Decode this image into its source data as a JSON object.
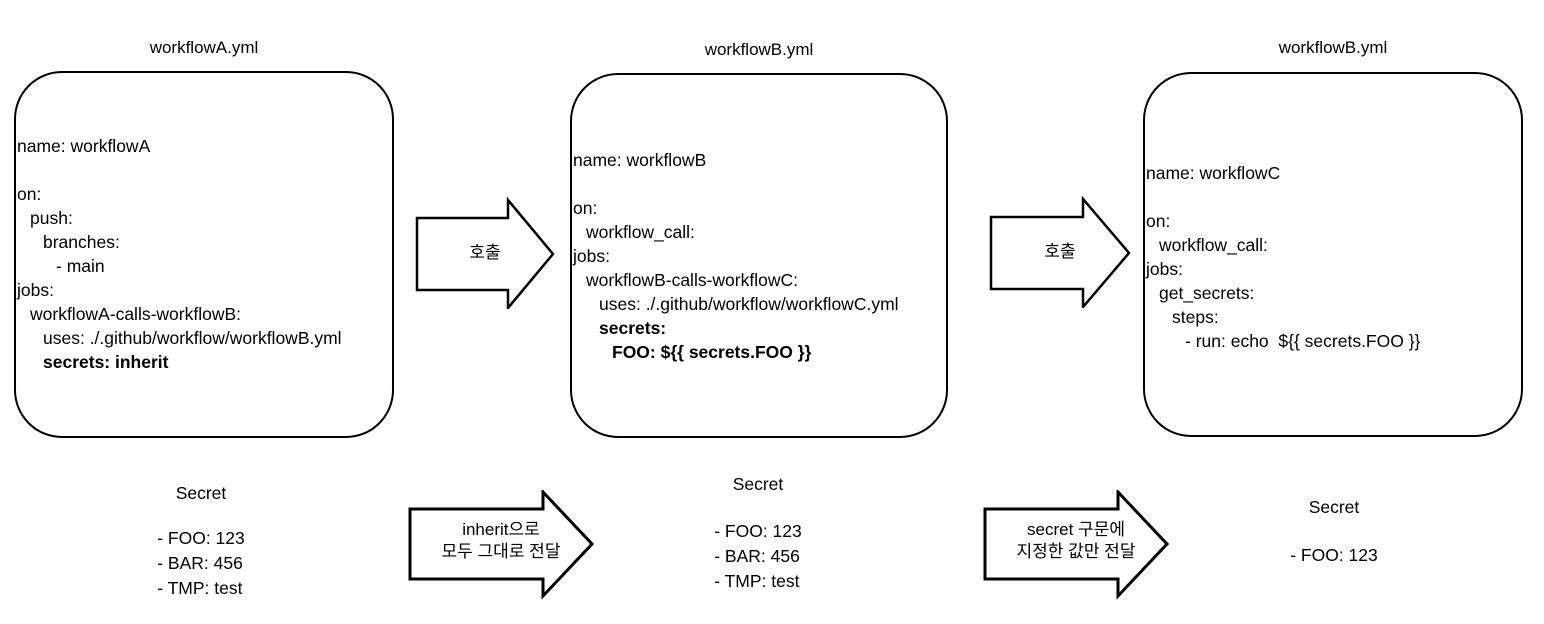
{
  "panels": [
    {
      "title": "workflowA.yml",
      "code": [
        {
          "indent": 0,
          "text": "name: workflowA",
          "bold": false
        },
        {
          "indent": 0,
          "text": "",
          "bold": false
        },
        {
          "indent": 0,
          "text": "on:",
          "bold": false
        },
        {
          "indent": 1,
          "text": "push:",
          "bold": false
        },
        {
          "indent": 2,
          "text": "branches:",
          "bold": false
        },
        {
          "indent": 3,
          "text": "- main",
          "bold": false
        },
        {
          "indent": 0,
          "text": "jobs:",
          "bold": false
        },
        {
          "indent": 1,
          "text": "workflowA-calls-workflowB:",
          "bold": false
        },
        {
          "indent": 2,
          "text": "uses: ./.github/workflow/workflowB.yml",
          "bold": false
        },
        {
          "indent": 2,
          "text": "secrets: inherit",
          "bold": true
        }
      ],
      "secret": {
        "title": "Secret",
        "items": [
          "- FOO: 123",
          "- BAR: 456",
          "- TMP: test"
        ]
      }
    },
    {
      "title": "workflowB.yml",
      "code": [
        {
          "indent": 0,
          "text": "name: workflowB",
          "bold": false
        },
        {
          "indent": 0,
          "text": "",
          "bold": false
        },
        {
          "indent": 0,
          "text": "on:",
          "bold": false
        },
        {
          "indent": 1,
          "text": "workflow_call:",
          "bold": false
        },
        {
          "indent": 0,
          "text": "jobs:",
          "bold": false
        },
        {
          "indent": 1,
          "text": "workflowB-calls-workflowC:",
          "bold": false
        },
        {
          "indent": 2,
          "text": "uses: ./.github/workflow/workflowC.yml",
          "bold": false
        },
        {
          "indent": 2,
          "text": "secrets:",
          "bold": true
        },
        {
          "indent": 3,
          "text": "FOO: ${{ secrets.FOO }}",
          "bold": true
        }
      ],
      "secret": {
        "title": "Secret",
        "items": [
          "- FOO: 123",
          "- BAR: 456",
          "- TMP: test"
        ]
      }
    },
    {
      "title": "workflowB.yml",
      "code": [
        {
          "indent": 0,
          "text": "name: workflowC",
          "bold": false
        },
        {
          "indent": 0,
          "text": "",
          "bold": false
        },
        {
          "indent": 0,
          "text": "on:",
          "bold": false
        },
        {
          "indent": 1,
          "text": "workflow_call:",
          "bold": false
        },
        {
          "indent": 0,
          "text": "jobs:",
          "bold": false
        },
        {
          "indent": 1,
          "text": "get_secrets:",
          "bold": false
        },
        {
          "indent": 2,
          "text": "steps:",
          "bold": false
        },
        {
          "indent": 3,
          "text": "- run: echo  ${{ secrets.FOO }}",
          "bold": false
        }
      ],
      "secret": {
        "title": "Secret",
        "items": [
          "- FOO: 123"
        ]
      }
    }
  ],
  "arrows": [
    {
      "lines": [
        "호출"
      ]
    },
    {
      "lines": [
        "호출"
      ]
    },
    {
      "lines": [
        "inherit으로",
        "모두 그대로 전달"
      ]
    },
    {
      "lines": [
        "secret 구문에",
        "지정한 값만 전달"
      ]
    }
  ],
  "colors": {
    "stroke": "#000000",
    "fill": "#ffffff",
    "background": "#ffffff",
    "text": "#000000"
  }
}
